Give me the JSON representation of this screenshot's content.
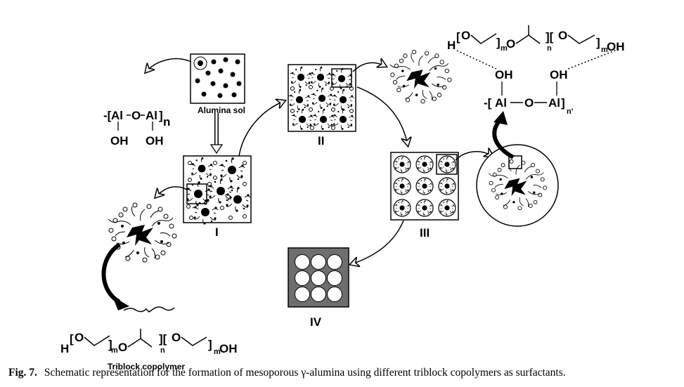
{
  "labels": {
    "alumina_sol": "Alumina sol",
    "triblock": "Triblock copolymer",
    "stage_I": "I",
    "stage_II": "II",
    "stage_III": "III",
    "stage_IV": "IV"
  },
  "formula_top": {
    "h": "H",
    "o1": "O",
    "m1": "m",
    "o2": "O",
    "n": "n",
    "o3": "O",
    "m2": "m",
    "oh": "OH"
  },
  "formula_bottom": {
    "h": "H",
    "o1": "O",
    "m1": "m",
    "o2": "O",
    "n": "n",
    "o3": "O",
    "m2": "m",
    "oh": "OH"
  },
  "alumina_chain": {
    "al1": "Al",
    "o": "O",
    "al2": "Al",
    "n": "n",
    "oh1": "OH",
    "oh2": "OH"
  },
  "alumina_chain_right": {
    "al1": "Al",
    "o": "O",
    "al2": "Al",
    "n": "n'",
    "oh1": "OH",
    "oh2": "OH"
  },
  "caption": {
    "label": "Fig. 7.",
    "text": "Schematic representation for the formation of mesoporous γ-alumina using different triblock copolymers as surfactants."
  }
}
